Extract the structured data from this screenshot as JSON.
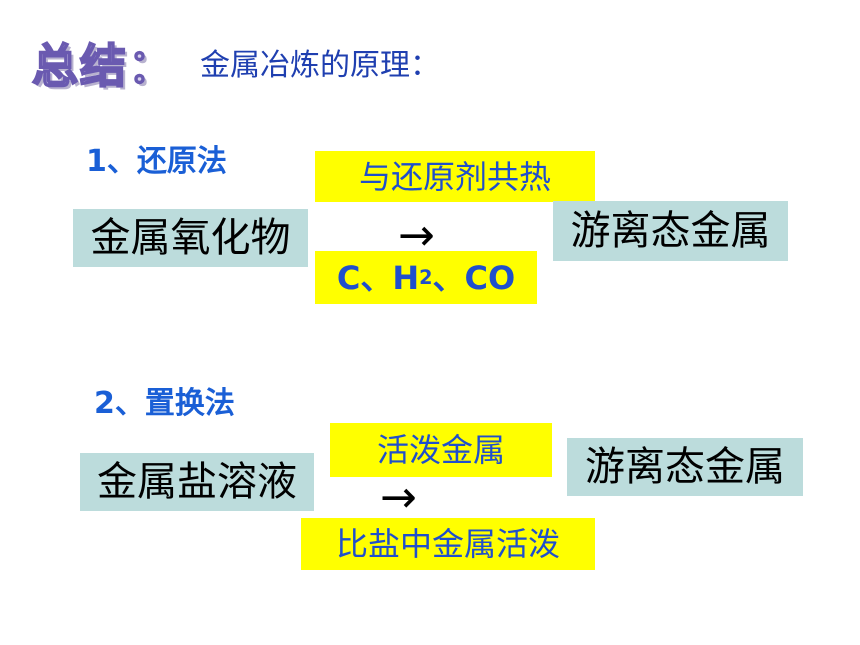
{
  "header": {
    "summary_label": "总结：",
    "title": "金属冶炼的原理："
  },
  "section1": {
    "heading": "1、还原法",
    "reactant": "金属氧化物",
    "condition_top": "与还原剂共热",
    "arrow": "→",
    "condition_bottom": {
      "prefix": "C、H",
      "subscript": "2",
      "suffix": "、CO"
    },
    "product": "游离态金属"
  },
  "section2": {
    "heading": "2、置换法",
    "reactant": "金属盐溶液",
    "condition_top": "活泼金属",
    "arrow": "→",
    "condition_bottom": "比盐中金属活泼",
    "product": "游离态金属"
  },
  "colors": {
    "teal_box": "#bcdcdc",
    "yellow_box": "#ffff00",
    "blue_text": "#1f4fcc",
    "heading_blue": "#1a5fd6"
  }
}
